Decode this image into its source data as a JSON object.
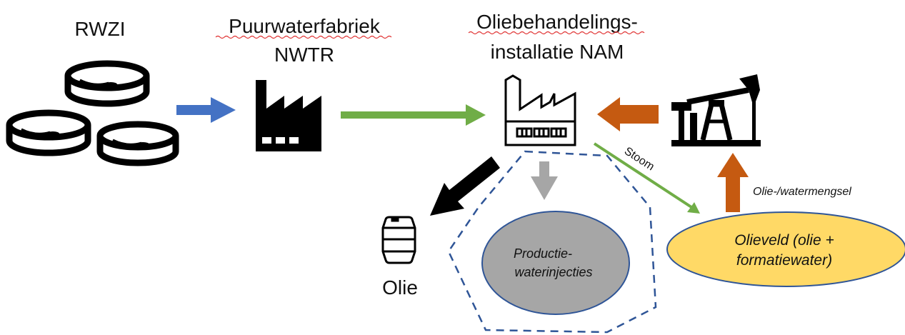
{
  "labels": {
    "rwzi": "RWZI",
    "puurwater_line1": "Puurwaterfabriek",
    "puurwater_line2": "NWTR",
    "oliebehandeling_line1": "Oliebehandelings-",
    "oliebehandeling_line2": "installatie NAM",
    "olie": "Olie",
    "stoom": "Stoom",
    "mengsel": "Olie-/watermengsel",
    "productie_line1": "Productie-",
    "productie_line2": "waterinjecties",
    "olieveld_line1": "Olieveld (olie +",
    "olieveld_line2": "formatiewater)"
  },
  "icons": {
    "rwzi": "wastewater-treatment-basins-icon",
    "factory1": "factory-icon",
    "factory2": "factory-outline-icon",
    "pump": "oil-pumpjack-icon",
    "barrel": "oil-barrel-icon"
  },
  "colors": {
    "blue_arrow": "#4472c4",
    "green_arrow": "#70ad47",
    "orange_arrow": "#c55a11",
    "grey_arrow": "#a6a6a6",
    "black_arrow": "#000000",
    "dashed_outline": "#2f5597",
    "productie_fill": "#a6a6a6",
    "olieveld_fill": "#ffd966"
  }
}
